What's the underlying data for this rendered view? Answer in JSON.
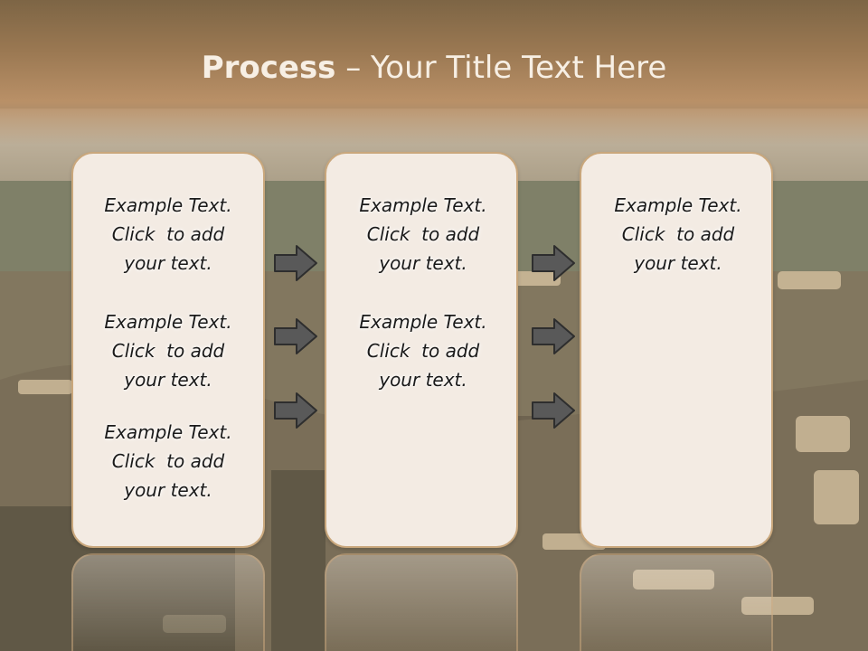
{
  "title": {
    "bold": "Process",
    "rest": " – Your Title Text Here"
  },
  "columns": [
    {
      "items": [
        {
          "l1": "Example Text.",
          "l2": "Click  to add",
          "l3": "your text."
        },
        {
          "l1": "Example Text.",
          "l2": "Click  to add",
          "l3": "your text."
        },
        {
          "l1": "Example Text.",
          "l2": "Click  to add",
          "l3": "your text."
        }
      ]
    },
    {
      "items": [
        {
          "l1": "Example Text.",
          "l2": "Click  to add",
          "l3": "your text."
        },
        {
          "l1": "Example Text.",
          "l2": "Click  to add",
          "l3": "your text."
        }
      ]
    },
    {
      "items": [
        {
          "l1": "Example Text.",
          "l2": "Click  to add",
          "l3": "your text."
        }
      ]
    }
  ],
  "colors": {
    "title_bar": "#9a7852",
    "box_fill": "#f3ebe3",
    "box_border": "#c9a77c",
    "arrow_fill": "#595959"
  },
  "icons": [
    "right-arrow-icon"
  ]
}
